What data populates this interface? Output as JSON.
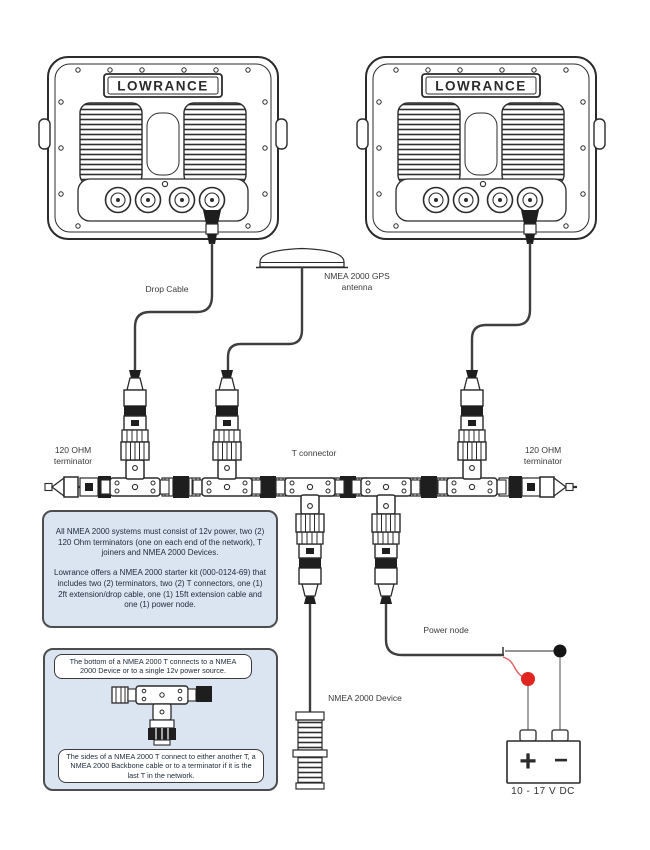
{
  "displays": [
    {
      "brand": "LOWRANCE"
    },
    {
      "brand": "LOWRANCE"
    }
  ],
  "labels": {
    "drop_cable": "Drop Cable",
    "gps_antenna": "NMEA 2000 GPS antenna",
    "terminator_left": "120 OHM terminator",
    "t_connector": "T connector",
    "terminator_right": "120 OHM terminator",
    "power_node": "Power node",
    "nmea_device": "NMEA 2000 Device",
    "battery_voltage": "10 - 17 V DC"
  },
  "battery": {
    "positive": "+",
    "negative": "−"
  },
  "info_box": {
    "paragraph_1": "All NMEA 2000 systems must consist of 12v power, two (2) 120 Ohm terminators (one on each end of the network), T joiners and NMEA 2000 Devices.",
    "paragraph_2": "Lowrance offers a NMEA 2000 starter kit (000-0124-69) that includes two (2) terminators, two (2) T connectors, one (1) 2ft extension/drop cable, one (1) 15ft extension cable and one (1) power node."
  },
  "t_note_box": {
    "top_note": "The bottom of a NMEA 2000 T connects to a NMEA 2000 Device or to a single 12v power source.",
    "bottom_note": "The sides of a NMEA 2000 T connect to either another T, a NMEA 2000 Backbone cable or to a terminator if it is the last T in the network."
  },
  "colors": {
    "box_fill": "#dbe5f1",
    "accent_red": "#e02520",
    "line": "#2b2b2b"
  }
}
